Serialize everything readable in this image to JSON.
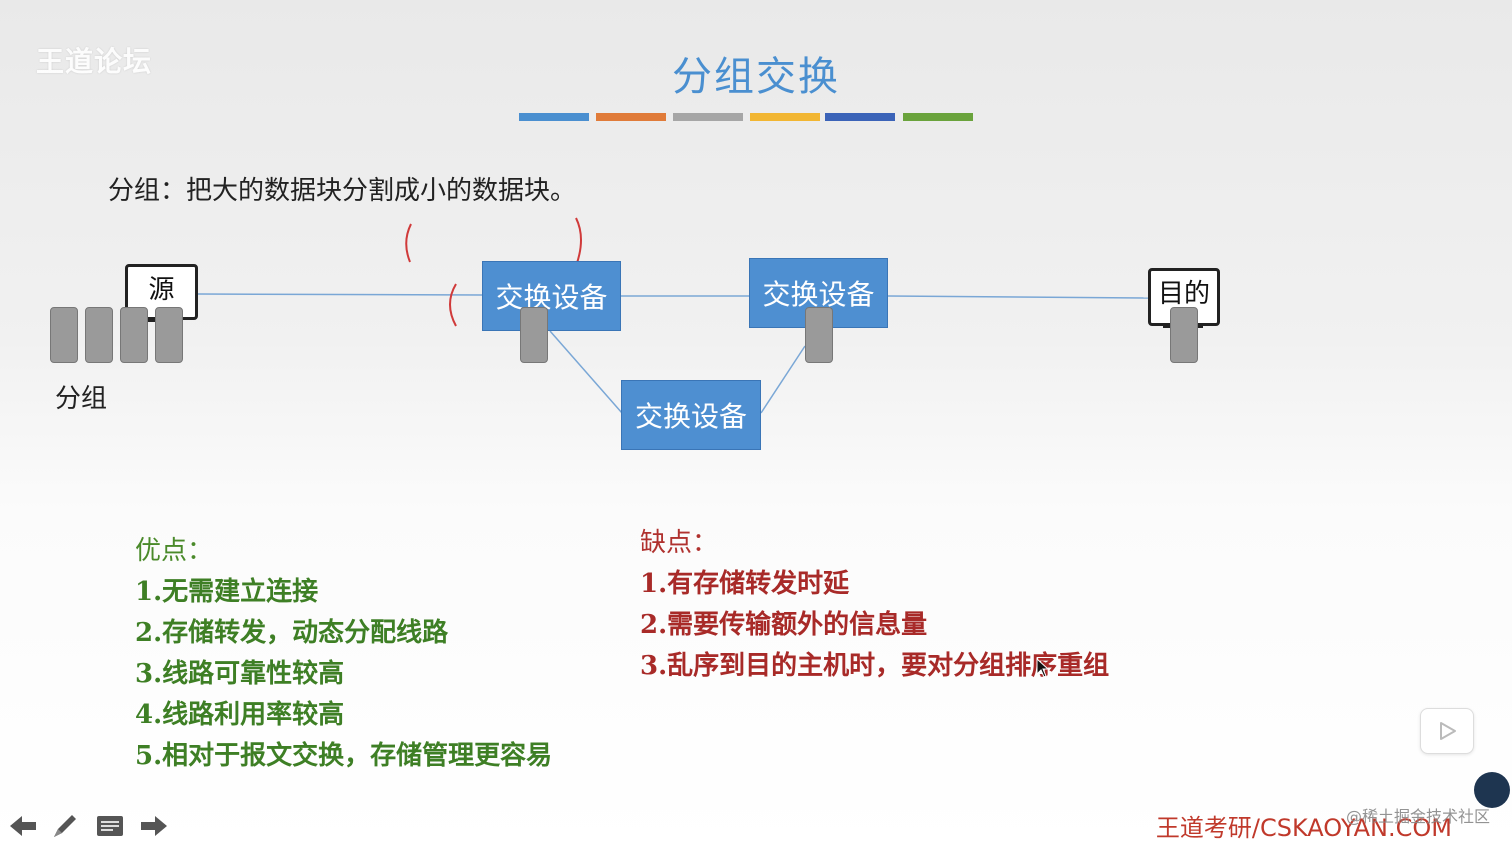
{
  "watermark_top": "王道论坛",
  "title": "分组交换",
  "title_bar_colors": [
    "#4a8fd0",
    "#e07b39",
    "#a6a6a6",
    "#f2b632",
    "#3b63b8",
    "#6aa33c"
  ],
  "definition": "分组：把大的数据块分割成小的数据块。",
  "diagram": {
    "source_label": "源",
    "dest_label": "目的",
    "switch_label": "交换设备",
    "packets_label": "分组",
    "node_color": "#4e8fd1",
    "link_color": "#7aa7d6",
    "packet_color": "#9a9a9a",
    "annotation_color": "#d03a3a"
  },
  "pros": {
    "title": "优点：",
    "items": [
      "1.无需建立连接",
      "2.存储转发，动态分配线路",
      "3.线路可靠性较高",
      "4.线路利用率较高",
      "5.相对于报文交换，存储管理更容易"
    ]
  },
  "cons": {
    "title": "缺点：",
    "items": [
      "1.有存储转发时延",
      "2.需要传输额外的信息量",
      "3.乱序到目的主机时，要对分组排序重组"
    ]
  },
  "footer_brand": "王道考研/CSKAOYAN.COM",
  "footer_watermark": "@稀土掘金技术社区",
  "nav_icons": [
    "arrow-left-icon",
    "pen-icon",
    "notes-icon",
    "arrow-right-icon"
  ]
}
